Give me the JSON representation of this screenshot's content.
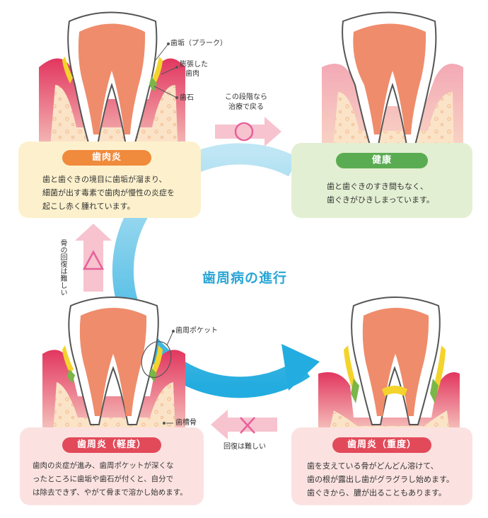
{
  "center_title": "歯周病の進行",
  "stages": {
    "gingivitis": {
      "name": "歯肉炎",
      "color": "#f08a3c",
      "card_bg": "#fdf1cd",
      "lines": [
        "歯と歯ぐきの境目に歯垢が溜まり、",
        "細菌が出す毒素で歯肉が慢性の炎症を",
        "起こし赤く腫れています。"
      ]
    },
    "healthy": {
      "name": "健康",
      "color": "#5aac52",
      "card_bg": "#e3efd3",
      "lines": [
        "歯と歯ぐきのすき間もなく、",
        "歯ぐきがひきしまっています。"
      ]
    },
    "mild": {
      "name": "歯周炎（軽度）",
      "color": "#e24a5a",
      "card_bg": "#fbe2e0",
      "lines": [
        "歯肉の炎症が進み、歯周ポケットが深くな",
        "ったところに歯垢や歯石が付くと、自分で",
        "は除去できず、やがて骨まで溶かし始めます。"
      ]
    },
    "severe": {
      "name": "歯周炎（重度）",
      "color": "#e24a5a",
      "card_bg": "#fbe2e0",
      "lines": [
        "歯を支えている骨がどんどん溶けて、",
        "歯の根が露出し歯がグラグラし始めます。",
        "歯ぐきから、膿が出ることもあります。"
      ]
    }
  },
  "labels": {
    "plaque": "歯垢（プラーク）",
    "swollen_gum_1": "膨張した",
    "swollen_gum_2": "歯肉",
    "tartar": "歯石",
    "pocket": "歯周ポケット",
    "alveolar_bone": "歯槽骨"
  },
  "transitions": {
    "treatable_1": "この段階なら",
    "treatable_2": "治療で戻る",
    "bone_recovery_difficult": "骨の回復は難しい",
    "recovery_difficult": "回復は難しい"
  },
  "colors": {
    "cycle_arrow": "#2fb3e3",
    "pink_arrow": "#f6c3cf",
    "circle_mark": "#e8609a",
    "triangle_mark": "#e8609a",
    "cross_mark": "#e8609a",
    "gum": "#f7cdbb",
    "gum_inflamed": "#e24a6e",
    "tooth_pulp": "#ef8c6b",
    "plaque": "#f4d42c",
    "tartar": "#7ab648"
  }
}
